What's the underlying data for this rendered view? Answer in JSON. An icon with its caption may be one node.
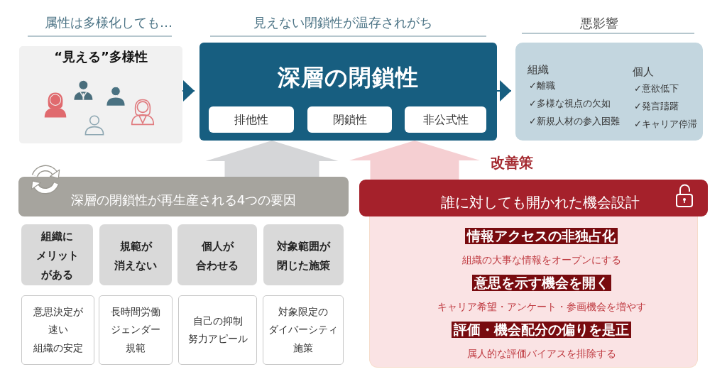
{
  "diagram": {
    "nodes": [
      {
        "text": [
          "“見える”多様性"
        ]
      },
      {
        "text": [
          "深層の閉鎖性"
        ]
      },
      {
        "text": [
          "排他性"
        ],
        "in": 1
      },
      {
        "text": [
          "閉鎖性"
        ],
        "in": 1
      },
      {
        "text": [
          "非公式性"
        ],
        "in": 1
      },
      {
        "text": [
          "組織",
          "✓離職",
          "✓多様な視点の欠如",
          "✓新規人材の参入困難",
          "個人",
          "✓意欲低下",
          "✓発言躊躇",
          "✓キャリア停滞"
        ]
      },
      {
        "text": [
          "深層の閉鎖性が再生産される4つの要因"
        ]
      },
      {
        "text": [
          "組織にメリットがある"
        ]
      },
      {
        "text": [
          "規範が消えない"
        ]
      },
      {
        "text": [
          "個人が合わせる"
        ]
      },
      {
        "text": [
          "対象範囲が閉じた施策"
        ]
      },
      {
        "text": [
          "意思決定が速い",
          "組織の安定"
        ]
      },
      {
        "text": [
          "長時間労働",
          "ジェンダー規範"
        ]
      },
      {
        "text": [
          "自己の抑制",
          "努力アピール"
        ]
      },
      {
        "text": [
          "対象限定のダイバーシティ施策"
        ]
      },
      {
        "text": [
          "誰に対しても開かれた機会設計"
        ]
      },
      {
        "text": [
          "情報アクセスの非独占化",
          "組織の大事な情報をオープンにする",
          "意思を示す機会を開く",
          "キャリア希望・アンケート・参画機会を増やす",
          "評価・機会配分の偏りを是正",
          "属人的な評価バイアスを排除する"
        ]
      }
    ],
    "edges": [
      {
        "from": 0,
        "to": 1,
        "arrow": "to"
      },
      {
        "from": 1,
        "to": 5,
        "arrow": "to"
      },
      {
        "from": 6,
        "to": 1,
        "arrow": "to",
        "style": "thick",
        "color": "#d5d6d8"
      },
      {
        "from": 15,
        "to": 1,
        "arrow": "to",
        "style": "thick",
        "color": "#f5cfd2"
      }
    ],
    "labels": [
      "属性は多様化しても…",
      "見えない閉鎖性が温存されがち",
      "悪影響",
      "改善策"
    ]
  }
}
